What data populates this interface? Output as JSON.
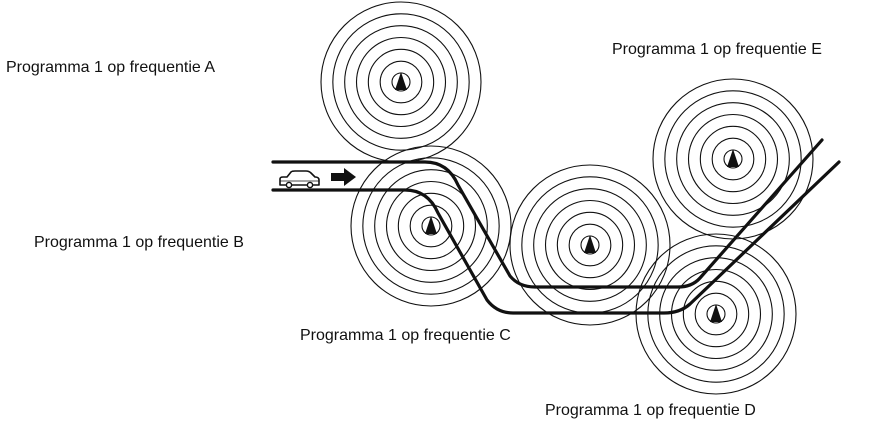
{
  "labels": {
    "a": "Programma 1 op frequentie A",
    "b": "Programma 1 op frequentie B",
    "c": "Programma 1 op frequentie C",
    "d": "Programma 1 op frequentie D",
    "e": "Programma 1 op frequentie E"
  },
  "transmitters": [
    "A",
    "B",
    "C",
    "D",
    "E"
  ],
  "rings_per_transmitter": 7,
  "icons": {
    "vehicle": "car-icon",
    "direction": "arrow-right-icon",
    "transmitter": "transmitter-tower-icon"
  },
  "colors": {
    "line": "#111111",
    "background": "#ffffff"
  }
}
